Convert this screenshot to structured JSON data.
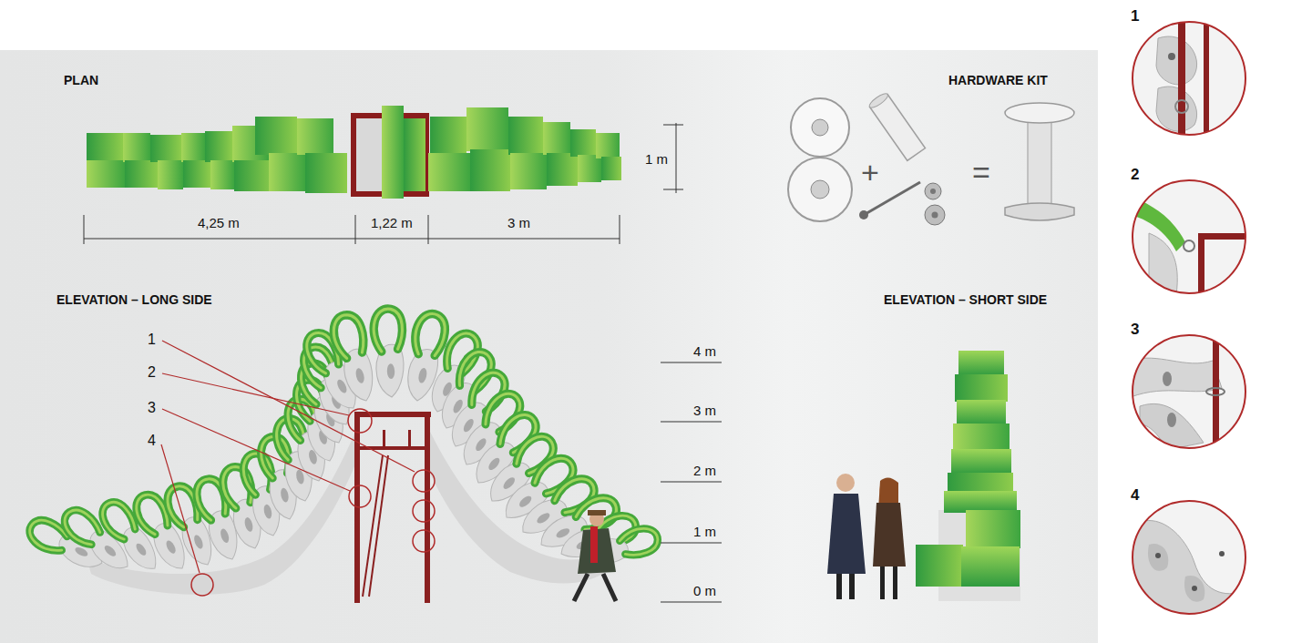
{
  "diagram": {
    "nodes": [
      {
        "text": [
          "1"
        ]
      },
      {
        "text": [
          "2"
        ]
      },
      {
        "text": [
          "3"
        ]
      },
      {
        "text": [
          "4"
        ]
      }
    ],
    "labels": [
      "PLAN",
      "HARDWARE KIT",
      "1 m",
      "4,25 m",
      "1,22 m",
      "3 m",
      "+",
      "=",
      "ELEVATION – LONG SIDE",
      "ELEVATION – SHORT SIDE",
      "1",
      "2",
      "3",
      "4",
      "4 m",
      "3 m",
      "2 m",
      "1 m",
      "0 m"
    ]
  }
}
